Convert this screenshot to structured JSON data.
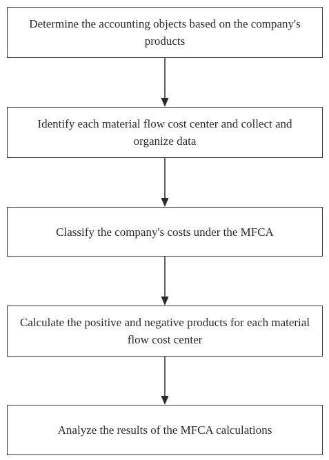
{
  "flowchart": {
    "steps": [
      {
        "label": "Determine the accounting objects based on the company's products"
      },
      {
        "label": "Identify each material flow cost center and collect and organize data"
      },
      {
        "label": "Classify the company's costs under the MFCA"
      },
      {
        "label": "Calculate the positive and negative products for each material flow cost center"
      },
      {
        "label": "Analyze the results of the MFCA calculations"
      }
    ]
  }
}
